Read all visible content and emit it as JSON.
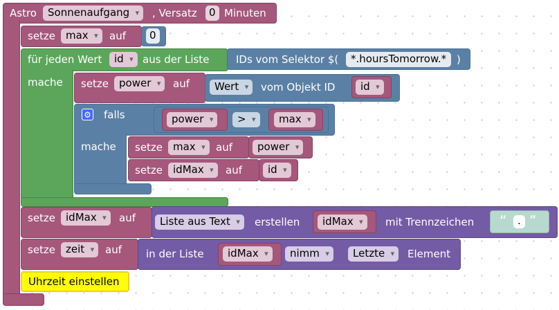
{
  "astro": {
    "label": "Astro",
    "event": "Sonnenaufgang",
    "offset_label": ", Versatz",
    "offset": "0",
    "unit": "Minuten"
  },
  "set_max": {
    "setze": "setze",
    "var": "max",
    "auf": "auf",
    "value": "0"
  },
  "foreach": {
    "label": "für jeden Wert",
    "var": "id",
    "list_label": "aus der Liste",
    "mache": "mache"
  },
  "selector": {
    "label": "IDs vom Selektor $(",
    "value": "*.hoursTomorrow.*",
    "close": ")"
  },
  "set_power": {
    "setze": "setze",
    "var": "power",
    "auf": "auf",
    "wert": "Wert",
    "obj_label": "vom Objekt ID",
    "id": "id"
  },
  "if_block": {
    "falls": "falls",
    "left": "power",
    "op": ">",
    "right": "max",
    "mache": "mache"
  },
  "set_max2": {
    "setze": "setze",
    "var": "max",
    "auf": "auf",
    "value": "power"
  },
  "set_idmax": {
    "setze": "setze",
    "var": "idMax",
    "auf": "auf",
    "value": "id"
  },
  "set_idmax2": {
    "setze": "setze",
    "var": "idMax",
    "auf": "auf",
    "liste": "Liste aus Text",
    "erstellen": "erstellen",
    "src": "idMax",
    "trenn": "mit Trennzeichen",
    "quote_open": "“",
    "sep": ".",
    "quote_close": "”"
  },
  "set_zeit": {
    "setze": "setze",
    "var": "zeit",
    "auf": "auf",
    "in_list": "in der Liste",
    "list": "idMax",
    "mode": "nimm",
    "pos": "Letzte",
    "element": "Element"
  },
  "comment": {
    "text": "Uhrzeit einstellen"
  },
  "colors": {
    "event": "#a5577c",
    "loop": "#5ba65b",
    "logic": "#5b80a5",
    "list": "#745ba5",
    "text": "#b8d9cf",
    "comment": "#ffff00"
  }
}
